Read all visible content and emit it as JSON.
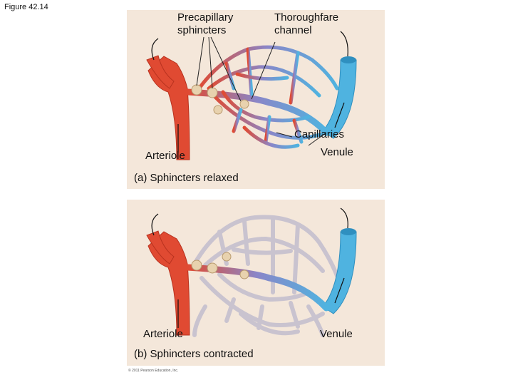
{
  "figure_label": "Figure 42.14",
  "panel_a": {
    "caption": "(a) Sphincters relaxed",
    "label_precapillary_line1": "Precapillary",
    "label_precapillary_line2": "sphincters",
    "label_thoroughfare_line1": "Thoroughfare",
    "label_thoroughfare_line2": "channel",
    "label_capillaries": "Capillaries",
    "label_venule": "Venule",
    "label_arteriole": "Arteriole"
  },
  "panel_b": {
    "caption": "(b) Sphincters contracted",
    "label_arteriole": "Arteriole",
    "label_venule": "Venule"
  },
  "copyright": "© 2011 Pearson Education, Inc.",
  "colors": {
    "arteriole": "#e04a32",
    "venule": "#4fb3e0",
    "capillary_mixed": "#8a86c8",
    "capillary_closed": "#c9c3cf",
    "sphincter": "#e8d2ae",
    "panel_bg": "#f4e7da"
  }
}
